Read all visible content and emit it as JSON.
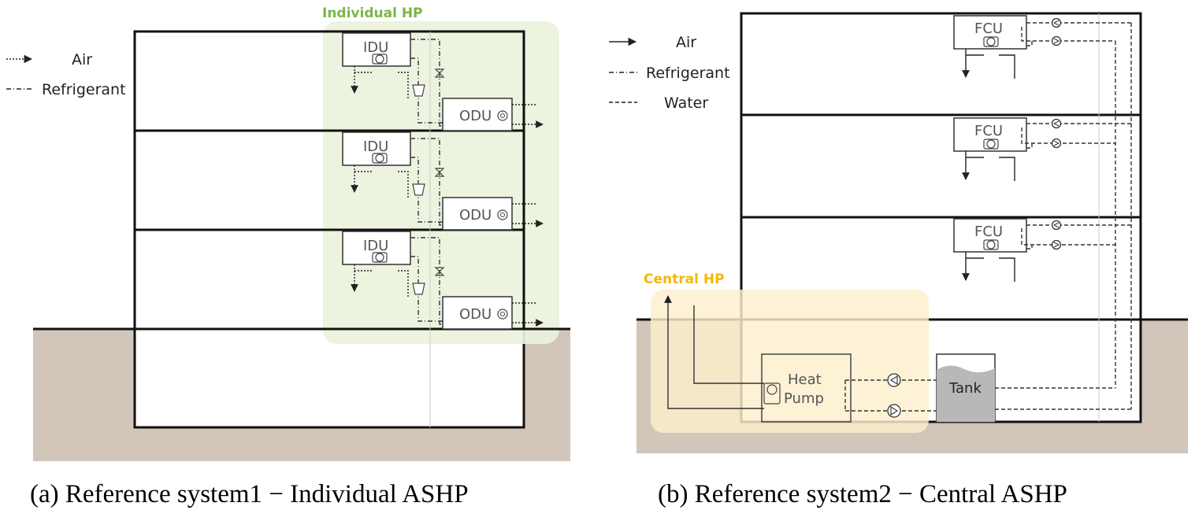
{
  "colors": {
    "ground": "#d2c5b9",
    "individual_zone": "#eaf2dc",
    "individual_title": "#7ab648",
    "central_zone": "#fdefcd",
    "central_title": "#f5b800",
    "tank_water": "#b8b8b8"
  },
  "left_panel": {
    "legend": [
      {
        "line": "dotted",
        "label": "Air"
      },
      {
        "line": "dash-dot",
        "label": "Refrigerant"
      }
    ],
    "zone_title": "Individual HP",
    "idu_label": "IDU",
    "odu_label": "ODU",
    "caption": "(a) Reference system1 − Individual ASHP"
  },
  "right_panel": {
    "legend": [
      {
        "line": "solid",
        "label": "Air"
      },
      {
        "line": "dash-dot",
        "label": "Refrigerant"
      },
      {
        "line": "dashed",
        "label": "Water"
      }
    ],
    "zone_title": "Central HP",
    "fcu_label": "FCU",
    "heat_pump_line1": "Heat",
    "heat_pump_line2": "Pump",
    "tank_label": "Tank",
    "caption": "(b) Reference system2 − Central ASHP"
  },
  "icons": [
    "fan-icon",
    "pump-icon",
    "valve-icon",
    "compressor-icon",
    "arrow-icon"
  ]
}
